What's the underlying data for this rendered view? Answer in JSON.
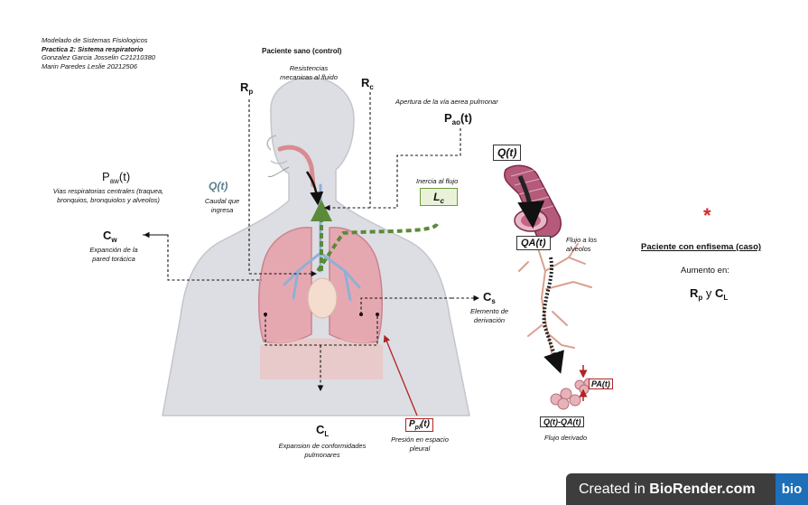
{
  "header": {
    "line1": "Modelado de Sistemas Fisiologicos",
    "line2": "Practica 2: Sistema respiratorio",
    "line3": "Gonzalez Garcia Josselin C21210380",
    "line4": "Marin Paredes Leslie 20212506"
  },
  "healthy_title": "Paciente sano (control)",
  "resistances_text": "Resistencias mecanicas al fluido",
  "rp": {
    "main": "R",
    "sub": "p"
  },
  "rc": {
    "main": "R",
    "sub": "c"
  },
  "pao": {
    "caption": "Apertura de  la vía aerea pulmonar",
    "main": "P",
    "sub": "ao",
    "tail": "(t)"
  },
  "paw": {
    "main": "P",
    "sub": "aw",
    "tail": "(t)",
    "caption": "Vias respiratorias centrales (traquea, bronquios, bronquiolos y alveolos)"
  },
  "qt": {
    "label": "Q(t)",
    "caption": "Caudal que ingresa"
  },
  "inertia": {
    "caption": "Inercia al flujo",
    "main": "L",
    "sub": "c"
  },
  "cw": {
    "main": "C",
    "sub": "w",
    "caption": "Expanción de la pared torácica"
  },
  "cs": {
    "main": "C",
    "sub": "s",
    "caption": "Elemento de derivación"
  },
  "cl": {
    "main": "C",
    "sub": "L",
    "caption": "Expansion de conformidades pulmonares"
  },
  "ppl": {
    "main": "P",
    "sub": "pl",
    "tail": "(t)",
    "caption": "Presión en espacio pleural"
  },
  "airway": {
    "qt": "Q(t)",
    "qat": "QA(t)",
    "alveoli_flow": "Flujo a los alveolos",
    "pat": "PA(t)",
    "qdiff": "Q(t)-QA(t)",
    "derived": "Flujo derivado"
  },
  "case": {
    "star": "*",
    "title": "Paciente con enfisema (caso)",
    "increase": "Aumento en:",
    "r": "R",
    "r_sub": "p",
    "y": " y ",
    "c": "C",
    "c_sub": "L"
  },
  "footer": {
    "prefix": "Created in ",
    "brand": "BioRender.com",
    "logo": "bio"
  },
  "colors": {
    "lung": "#e8a3ab",
    "body": "#d8dadf",
    "green": "#5b8a3a",
    "red": "#b22222",
    "airway": "#a4476a"
  }
}
